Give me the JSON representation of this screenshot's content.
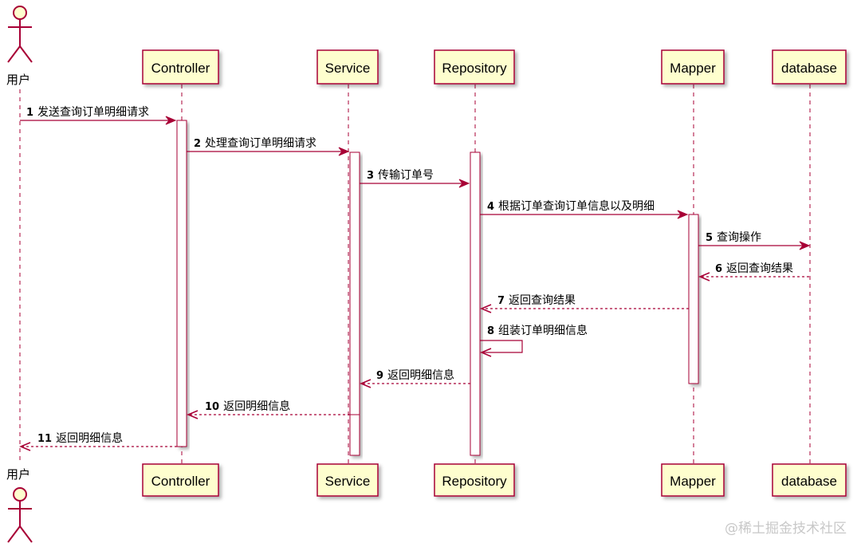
{
  "colors": {
    "line": "#A80036",
    "box_fill": "#FEFECE",
    "actor_fill": "#FEFECE"
  },
  "actor": {
    "name": "用户",
    "icon": "actor-stick-figure-icon"
  },
  "participants": [
    {
      "id": "controller",
      "name": "Controller"
    },
    {
      "id": "service",
      "name": "Service"
    },
    {
      "id": "repository",
      "name": "Repository"
    },
    {
      "id": "mapper",
      "name": "Mapper"
    },
    {
      "id": "database",
      "name": "database"
    }
  ],
  "messages": [
    {
      "num": "1",
      "text": "发送查询订单明细请求",
      "from": "user",
      "to": "controller",
      "style": "solid"
    },
    {
      "num": "2",
      "text": "处理查询订单明细请求",
      "from": "controller",
      "to": "service",
      "style": "solid"
    },
    {
      "num": "3",
      "text": "传输订单号",
      "from": "service",
      "to": "repository",
      "style": "solid"
    },
    {
      "num": "4",
      "text": "根据订单查询订单信息以及明细",
      "from": "repository",
      "to": "mapper",
      "style": "solid"
    },
    {
      "num": "5",
      "text": "查询操作",
      "from": "mapper",
      "to": "database",
      "style": "solid"
    },
    {
      "num": "6",
      "text": "返回查询结果",
      "from": "database",
      "to": "mapper",
      "style": "dashed"
    },
    {
      "num": "7",
      "text": "返回查询结果",
      "from": "mapper",
      "to": "repository",
      "style": "dashed"
    },
    {
      "num": "8",
      "text": "组装订单明细信息",
      "from": "repository",
      "to": "repository",
      "style": "self"
    },
    {
      "num": "9",
      "text": "返回明细信息",
      "from": "repository",
      "to": "service",
      "style": "dashed"
    },
    {
      "num": "10",
      "text": "返回明细信息",
      "from": "service",
      "to": "controller",
      "style": "dashed"
    },
    {
      "num": "11",
      "text": "返回明细信息",
      "from": "controller",
      "to": "user",
      "style": "dashed"
    }
  ],
  "watermark": "@稀土掘金技术社区"
}
